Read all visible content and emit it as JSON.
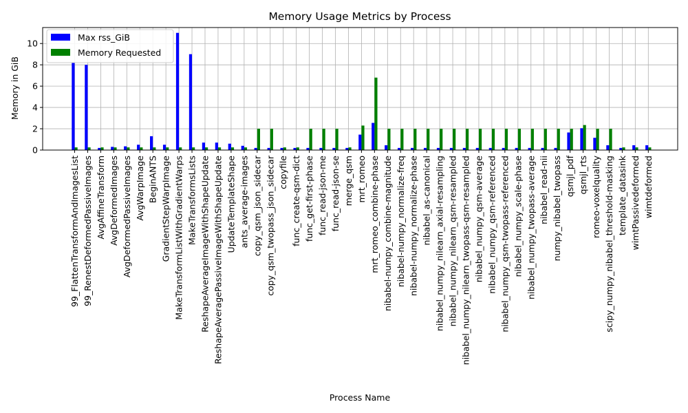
{
  "chart_data": {
    "type": "bar",
    "title": "Memory Usage Metrics by Process",
    "xlabel": "Process Name",
    "ylabel": "Memory in GiB",
    "ylim": [
      0,
      11.5
    ],
    "yticks": [
      0,
      2,
      4,
      6,
      8,
      10
    ],
    "grid": true,
    "legend_position": "top-left",
    "categories": [
      "99_FlattenTransformAndImagesList",
      "99_RenestDeformedPassiveImages",
      "AvgAffineTransform",
      "AvgDeformedImages",
      "AvgDeformedPassiveImages",
      "AvgWarpImage",
      "BeginANTS",
      "GradientStepWarpImage",
      "MakeTransformListWithGradientWarps",
      "MakeTransformsLists",
      "ReshapeAverageImageWithShapeUpdate",
      "ReshapeAveragePassiveImageWithShapeUpdate",
      "UpdateTemplateShape",
      "ants_average-images",
      "copy_qsm_json_sidecar",
      "copy_qsm_twopass_json_sidecar",
      "copyfile",
      "func_create-qsm-dict",
      "func_get-first-phase",
      "func_read-json-me",
      "func_read-json-se",
      "merge_qsm",
      "mrt_romeo",
      "mrt_romeo_combine-phase",
      "nibabel-numpy_combine-magnitude",
      "nibabel-numpy_normalize-freq",
      "nibabel-numpy_normalize-phase",
      "nibabel_as-canonical",
      "nibabel_numpy_nilearn_axial-resampling",
      "nibabel_numpy_nilearn_qsm-resampled",
      "nibabel_numpy_nilearn_twopass-qsm-resampled",
      "nibabel_numpy_qsm-average",
      "nibabel_numpy_qsm-referenced",
      "nibabel_numpy_qsm-twopass-referenced",
      "nibabel_numpy_scale-phase",
      "nibabel_numpy_twopass-average",
      "nibabel_read-nii",
      "numpy_nibabel_twopass",
      "qsmjl_pdf",
      "qsmjl_rts",
      "romeo-voxelquality",
      "scipy_numpy_nibabel_threshold-masking",
      "template_datasink",
      "wimtPassivedeformed",
      "wimtdeformed"
    ],
    "series": [
      {
        "name": "Max rss_GiB",
        "color": "#0000ff",
        "values": [
          8.2,
          8.0,
          0.2,
          0.3,
          0.35,
          0.5,
          1.3,
          0.5,
          11.0,
          9.0,
          0.7,
          0.7,
          0.6,
          0.4,
          0.2,
          0.2,
          0.2,
          0.2,
          0.2,
          0.2,
          0.2,
          0.2,
          1.45,
          2.55,
          0.45,
          0.2,
          0.2,
          0.2,
          0.2,
          0.2,
          0.2,
          0.2,
          0.2,
          0.2,
          0.2,
          0.2,
          0.2,
          0.2,
          1.65,
          2.05,
          1.15,
          0.45,
          0.2,
          0.45,
          0.45
        ]
      },
      {
        "name": "Memory Requested",
        "color": "#008000",
        "values": [
          0.25,
          0.25,
          0.25,
          0.25,
          0.25,
          0.25,
          0.25,
          0.25,
          0.25,
          0.25,
          0.25,
          0.25,
          0.25,
          0.25,
          2.0,
          2.0,
          0.25,
          0.25,
          2.0,
          2.0,
          2.0,
          0.25,
          2.3,
          6.8,
          2.0,
          2.0,
          2.0,
          2.0,
          2.0,
          2.0,
          2.0,
          2.0,
          2.0,
          2.0,
          2.0,
          2.0,
          2.0,
          2.0,
          2.0,
          2.35,
          2.0,
          2.0,
          0.25,
          0.25,
          0.25
        ]
      }
    ]
  }
}
